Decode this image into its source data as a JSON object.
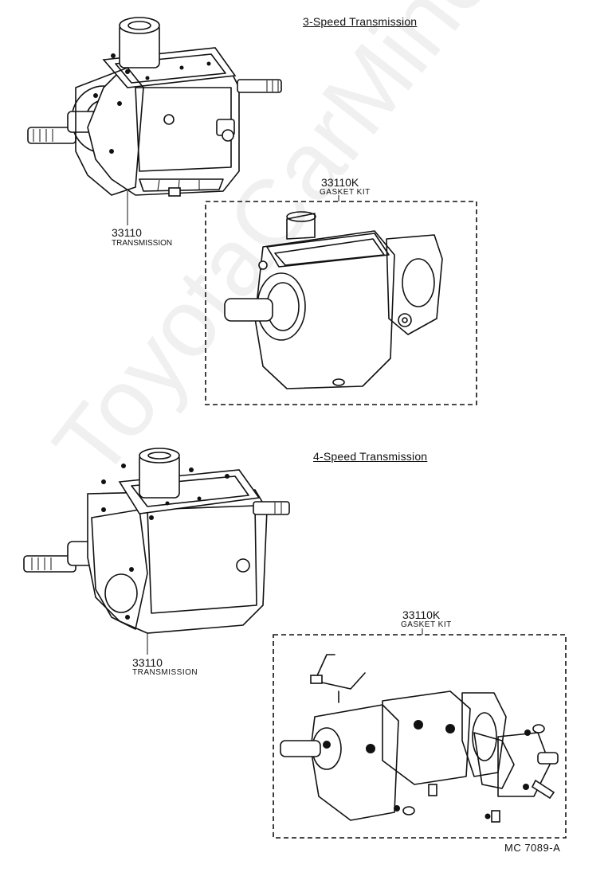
{
  "diagram": {
    "top_section": {
      "title": "3-Speed Transmission",
      "transmission": {
        "part_no": "33110",
        "name": "TRANSMISSION"
      },
      "gasket_kit": {
        "part_no": "33110K",
        "name": "GASKET KIT"
      }
    },
    "bottom_section": {
      "title": "4-Speed Transmission",
      "transmission": {
        "part_no": "33110",
        "name": "TRANSMISSION"
      },
      "gasket_kit": {
        "part_no": "33110K",
        "name": "GASKET KIT"
      }
    },
    "reference_code": "MC  7089-A",
    "watermark": "ToyotaCarMine.ru"
  }
}
